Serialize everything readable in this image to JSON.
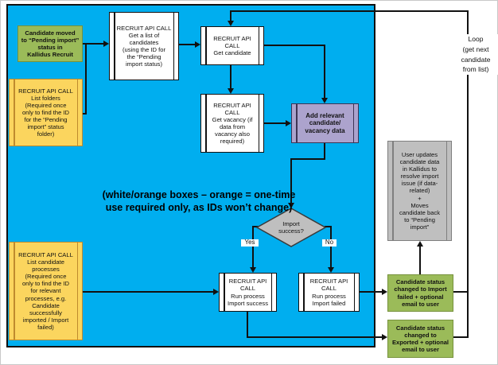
{
  "diagram_title": "Kallidus Recruit candidate import API flowchart",
  "colors": {
    "canvas_blue": "#00AEEF",
    "node_green": "#9BBB59",
    "node_yellow": "#FBD55E",
    "node_purple": "#ACA3CD",
    "node_gray": "#BFBFBF",
    "node_white": "#FFFFFF",
    "line_black": "#111111"
  },
  "nodes": {
    "candidate_moved": "Candidate moved\nto “Pending import”\nstatus in\nKallidus Recruit",
    "list_folders": "RECRUIT API CALL\nList folders\n(Required once\nonly to find the ID\nfor the “Pending\nimport”  status\nfolder)",
    "get_list": "RECRUIT API CALL\nGet a list of\ncandidates\n(using the ID for\nthe “Pending\nimport  status)",
    "get_candidate": "RECRUIT API\nCALL\nGet candidate",
    "get_vacancy": "RECRUIT API\nCALL\nGet vacancy (if\ndata from\nvacancy also\nrequired)",
    "add_relevant": "Add relevant\ncandidate/\nvacancy data",
    "import_success_q": "Import\nsuccess?",
    "list_processes": "RECRUIT API CALL\nList candidate\nprocesses\n(Required once\nonly to find the ID\nfor relevant\nprocesses, e.g.\nCandidate\nsuccessfully\nimported / Import\nfailed)",
    "run_success": "RECRUIT API\nCALL\nRun process\nImport success",
    "run_failed": "RECRUIT API\nCALL\nRun process\nImport failed",
    "user_updates": "User updates\ncandidate data\nin Kallidus to\nresolve import\nissue (if data-\nrelated)\n+\nMoves\ncandidate back\nto “Pending\nimport”",
    "status_import_failed": "Candidate status\nchanged to Import\nfailed + optional\nemail to user",
    "status_exported": "Candidate status\nchanged to\nExported + optional\nemail to user"
  },
  "labels": {
    "yes": "Yes",
    "no": "No",
    "loop": "Loop\n(get next\ncandidate\nfrom list)"
  },
  "annotation": "(white/orange boxes – orange = one-time\nuse required only, as IDs won’t change)"
}
